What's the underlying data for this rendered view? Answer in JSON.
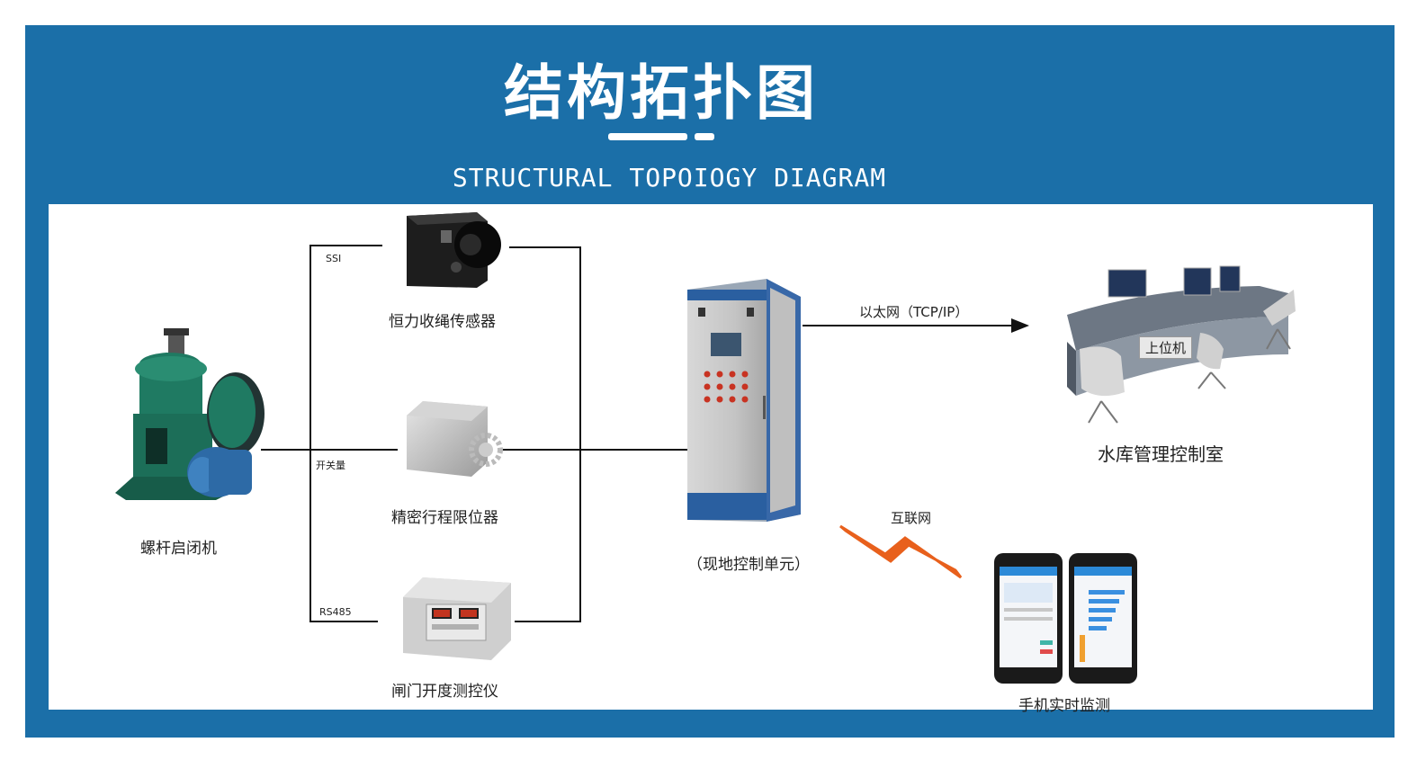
{
  "header": {
    "title": "结构拓扑图",
    "subtitle": "STRUCTURAL TOPOIOGY DIAGRAM"
  },
  "nodes": {
    "hoist": "螺杆启闭机",
    "rope_sensor": "恒力收绳传感器",
    "limit_switch": "精密行程限位器",
    "gate_meter": "闸门开度测控仪",
    "control_unit": "（现地控制单元）",
    "control_room": "水库管理控制室",
    "host_pc_tag": "上位机",
    "mobile": "手机实时监测"
  },
  "links": {
    "ssi": "SSI",
    "switch_signal": "开关量",
    "rs485": "RS485",
    "ethernet": "以太网（TCP/IP）",
    "internet": "互联网"
  },
  "colors": {
    "frame": "#1b6fa8",
    "lightning": "#e8601c"
  }
}
